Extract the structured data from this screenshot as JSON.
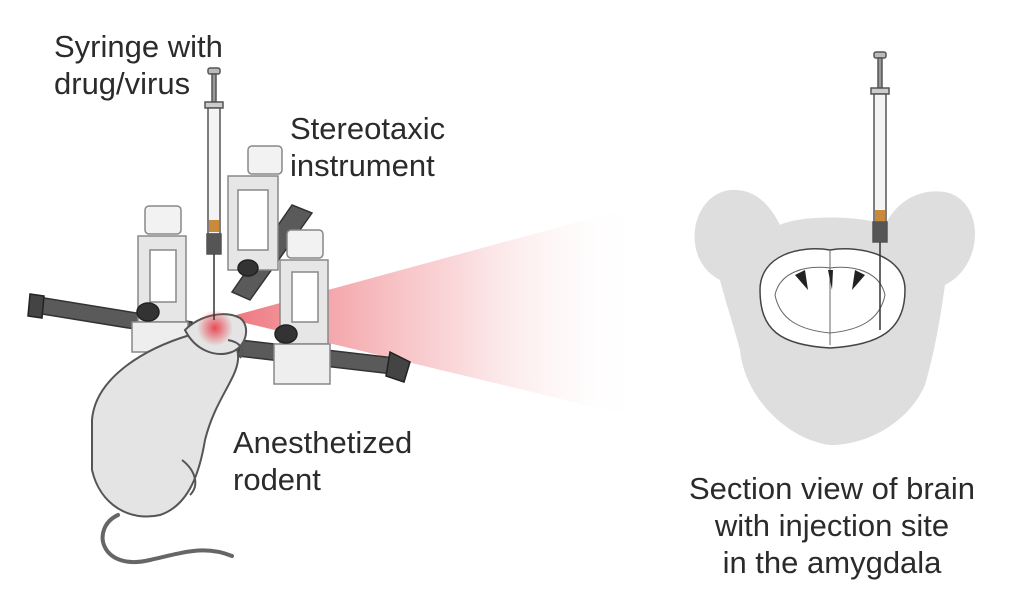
{
  "labels": {
    "syringe": [
      "Syringe with",
      "drug/virus"
    ],
    "stereotaxic": [
      "Stereotaxic",
      "instrument"
    ],
    "rodent": [
      "Anesthetized",
      "rodent"
    ],
    "section": [
      "Section view of brain",
      "with injection site",
      "in the amygdala"
    ]
  },
  "colors": {
    "highlight": "#e8434d",
    "rod": "#555555",
    "frame": "#e6e6e6",
    "rodent_fur": "#e4e4e4",
    "brain_silhouette": "#dedede",
    "text": "#2b2b2b"
  }
}
